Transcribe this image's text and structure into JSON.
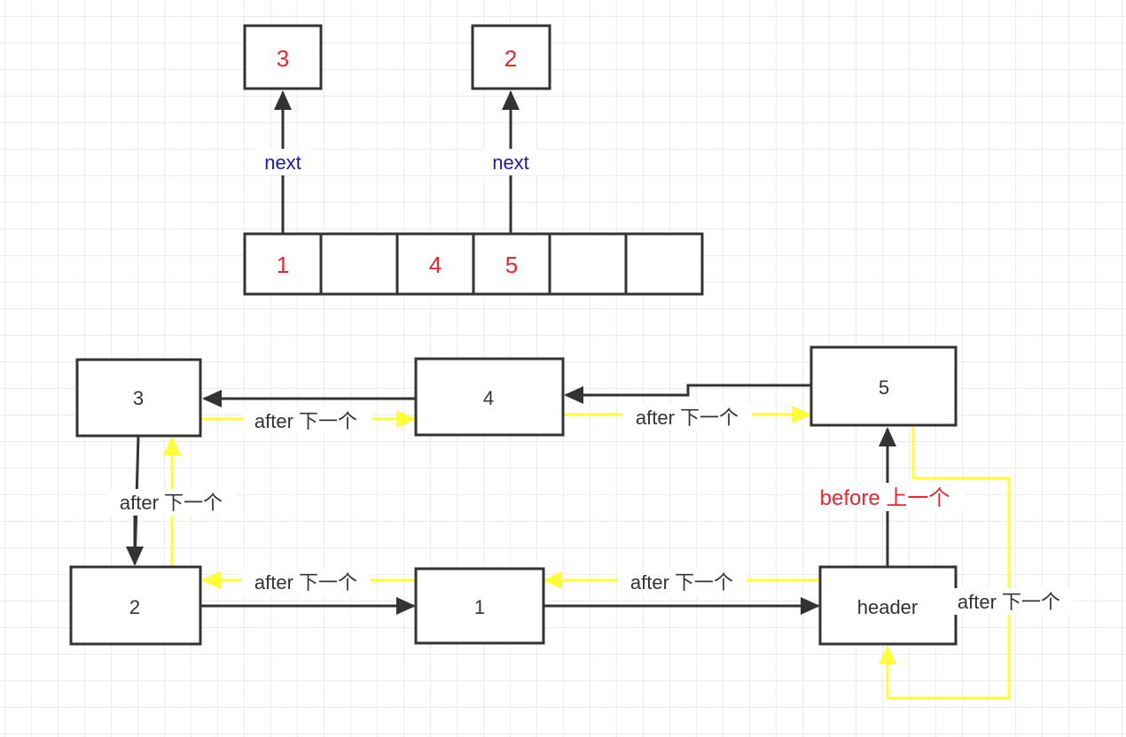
{
  "colors": {
    "node_border": "#333333",
    "array_value": "#f0242f",
    "next_label": "#1a1ab8",
    "after_arrow": "#ffff33",
    "before_label": "#f0242f"
  },
  "hash_table": {
    "top_nodes": [
      {
        "value": "3",
        "linked_from_bucket": 0
      },
      {
        "value": "2",
        "linked_from_bucket": 3
      }
    ],
    "buckets": [
      "1",
      "",
      "4",
      "5",
      "",
      ""
    ],
    "link_label": "next"
  },
  "linked_list": {
    "nodes": {
      "n3": "3",
      "n4": "4",
      "n5": "5",
      "n2": "2",
      "n1": "1",
      "header": "header"
    },
    "after_label": "after 下一个",
    "before_label": "before 上一个"
  }
}
